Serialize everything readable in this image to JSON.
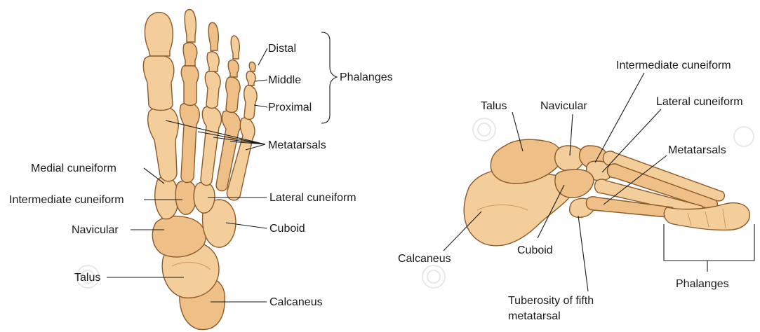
{
  "dorsal_view": {
    "phalanges_distal": "Distal",
    "phalanges_middle": "Middle",
    "phalanges_proximal": "Proximal",
    "phalanges_group": "Phalanges",
    "metatarsals": "Metatarsals",
    "medial_cuneiform": "Medial cuneiform",
    "intermediate_cuneiform": "Intermediate cuneiform",
    "lateral_cuneiform": "Lateral cuneiform",
    "navicular": "Navicular",
    "cuboid": "Cuboid",
    "talus": "Talus",
    "calcaneus": "Calcaneus"
  },
  "lateral_view": {
    "talus": "Talus",
    "navicular": "Navicular",
    "intermediate_cuneiform": "Intermediate cuneiform",
    "lateral_cuneiform": "Lateral cuneiform",
    "metatarsals": "Metatarsals",
    "calcaneus": "Calcaneus",
    "cuboid": "Cuboid",
    "tuberosity_line1": "Tuberosity of fifth",
    "tuberosity_line2": "metatarsal",
    "phalanges": "Phalanges"
  },
  "colors": {
    "bone_fill": "#f3cd9a",
    "bone_outline": "#8a5a2b",
    "label_text": "#1a1a1a"
  }
}
